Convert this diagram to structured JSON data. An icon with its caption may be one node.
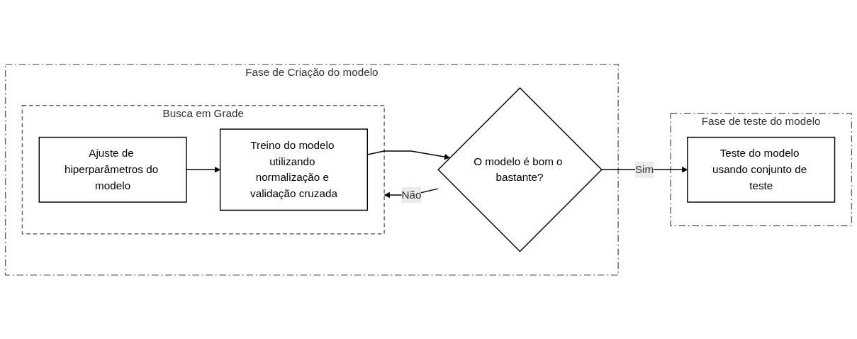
{
  "diagram": {
    "nodes": [
      {
        "text": [
          "Fase de Criação do modelo"
        ]
      },
      {
        "text": [
          "Busca em Grade"
        ],
        "in": 0
      },
      {
        "text": [
          "Treino do modelo utilizando normalização e validação cruzada"
        ],
        "in": 1
      },
      {
        "text": [
          "Ajuste de hiperparâmetros do modelo"
        ],
        "in": 1
      },
      {
        "text": [
          "O modelo é bom o bastante?"
        ],
        "in": 0
      },
      {
        "text": [
          "Fase de teste do modelo"
        ]
      },
      {
        "text": [
          "Teste do modelo usando conjunto de teste"
        ],
        "in": 5
      }
    ],
    "edges": [
      {
        "from": 3,
        "to": 2,
        "arrow": "to"
      },
      {
        "from": 2,
        "to": 4,
        "arrow": "to"
      },
      {
        "from": 4,
        "to": 6,
        "arrow": "to",
        "label": "Sim"
      },
      {
        "from": 4,
        "to": 1,
        "arrow": "to",
        "label": "Não"
      }
    ]
  }
}
